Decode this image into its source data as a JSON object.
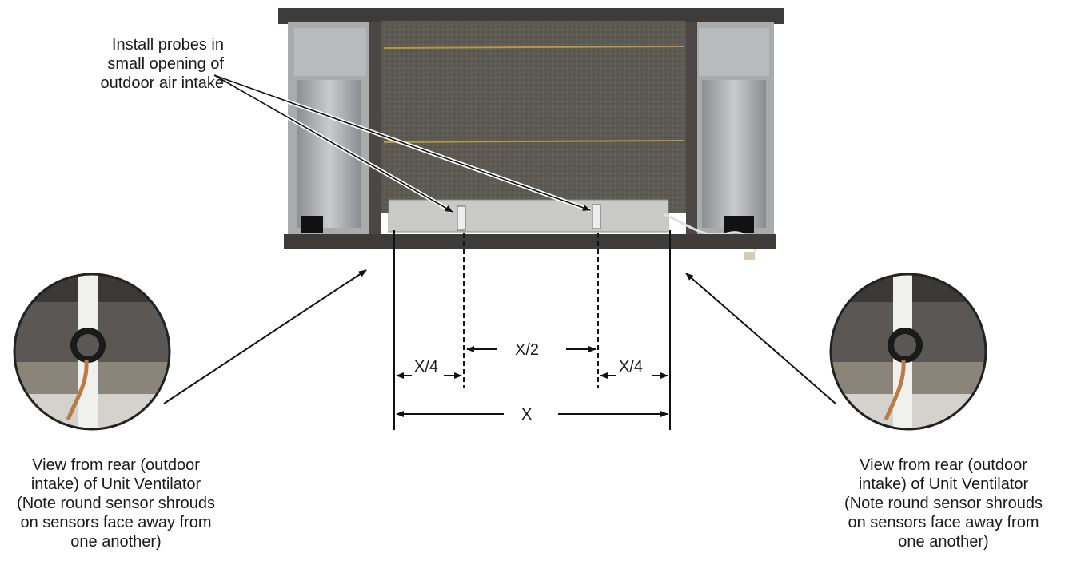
{
  "callout": {
    "lines": [
      "Install probes in",
      "small opening of",
      "outdoor air intake"
    ]
  },
  "captions": {
    "left": [
      "View from rear (outdoor",
      "intake) of Unit Ventilator",
      "(Note round sensor shrouds",
      "on sensors face away from",
      "one another)"
    ],
    "right": [
      "View from rear (outdoor",
      "intake) of Unit Ventilator",
      "(Note round sensor shrouds",
      "on sensors face away from",
      "one another)"
    ]
  },
  "dimensions": {
    "quarter_left": "X/4",
    "half": "X/2",
    "quarter_right": "X/4",
    "total": "X"
  }
}
